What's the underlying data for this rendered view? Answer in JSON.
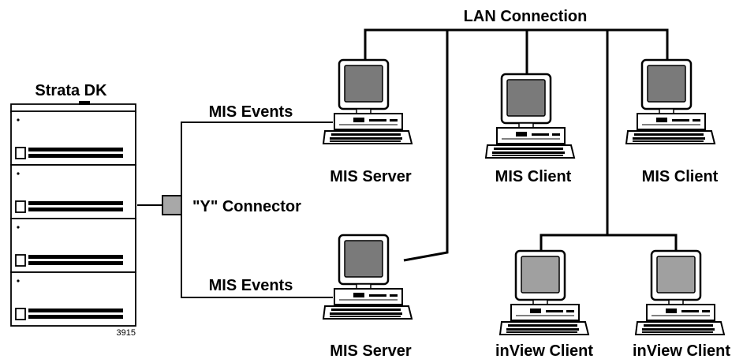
{
  "labels": {
    "strata_dk": "Strata DK",
    "lan_connection": "LAN Connection",
    "mis_events_top": "MIS Events",
    "mis_events_bottom": "MIS Events",
    "y_connector": "\"Y\" Connector",
    "figure_number": "3915"
  },
  "devices": [
    {
      "label": "MIS Server"
    },
    {
      "label": "MIS Client"
    },
    {
      "label": "MIS Client"
    },
    {
      "label": "MIS Server"
    },
    {
      "label": "inView Client"
    },
    {
      "label": "inView Client"
    }
  ],
  "colors": {
    "line": "#000000",
    "connector_fill": "#a8a8a8",
    "screen_dark": "#7a7a7a",
    "screen_light": "#a0a0a0",
    "cabinet": "#ffffff"
  }
}
